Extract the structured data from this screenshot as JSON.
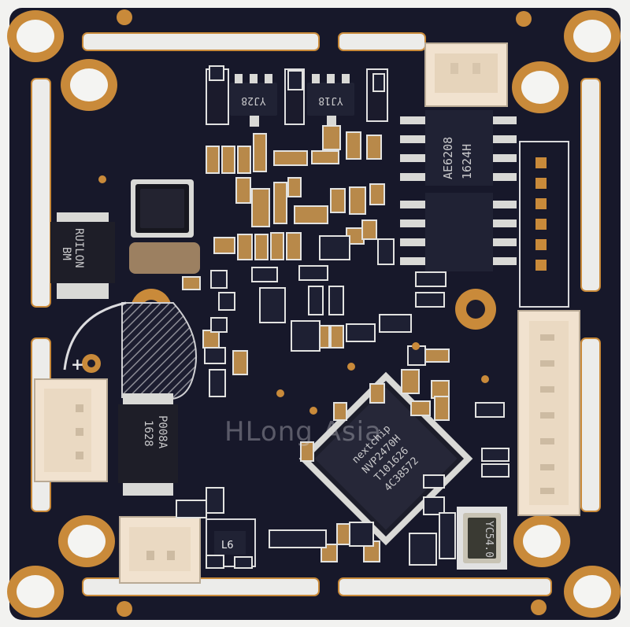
{
  "image": {
    "watermark": "HLong Asia",
    "colors": {
      "pcb": "#17182a",
      "pad_copper": "#c98a3a",
      "silkscreen": "#e9e9ea",
      "smd_cap": "#b8894a",
      "solder": "#d9d9d6",
      "connector": "#f1e2cf",
      "background": "#f2f2f0"
    },
    "labels": {
      "regulator_1": "YJ28",
      "regulator_2": "YJ18",
      "power_ic": "AE6208",
      "power_ic_code": "1624H",
      "diode_top": "RUILON",
      "diode_top_code": "BM",
      "diode_bottom": "P008A",
      "diode_bottom_code": "1628",
      "processor_brand": "nextchip",
      "processor_model": "NVP2470H",
      "processor_line3": "T101626",
      "processor_line4": "4C38572",
      "crystal": "YC54.0",
      "inductor": "L6",
      "polarity_mark": "+"
    }
  }
}
